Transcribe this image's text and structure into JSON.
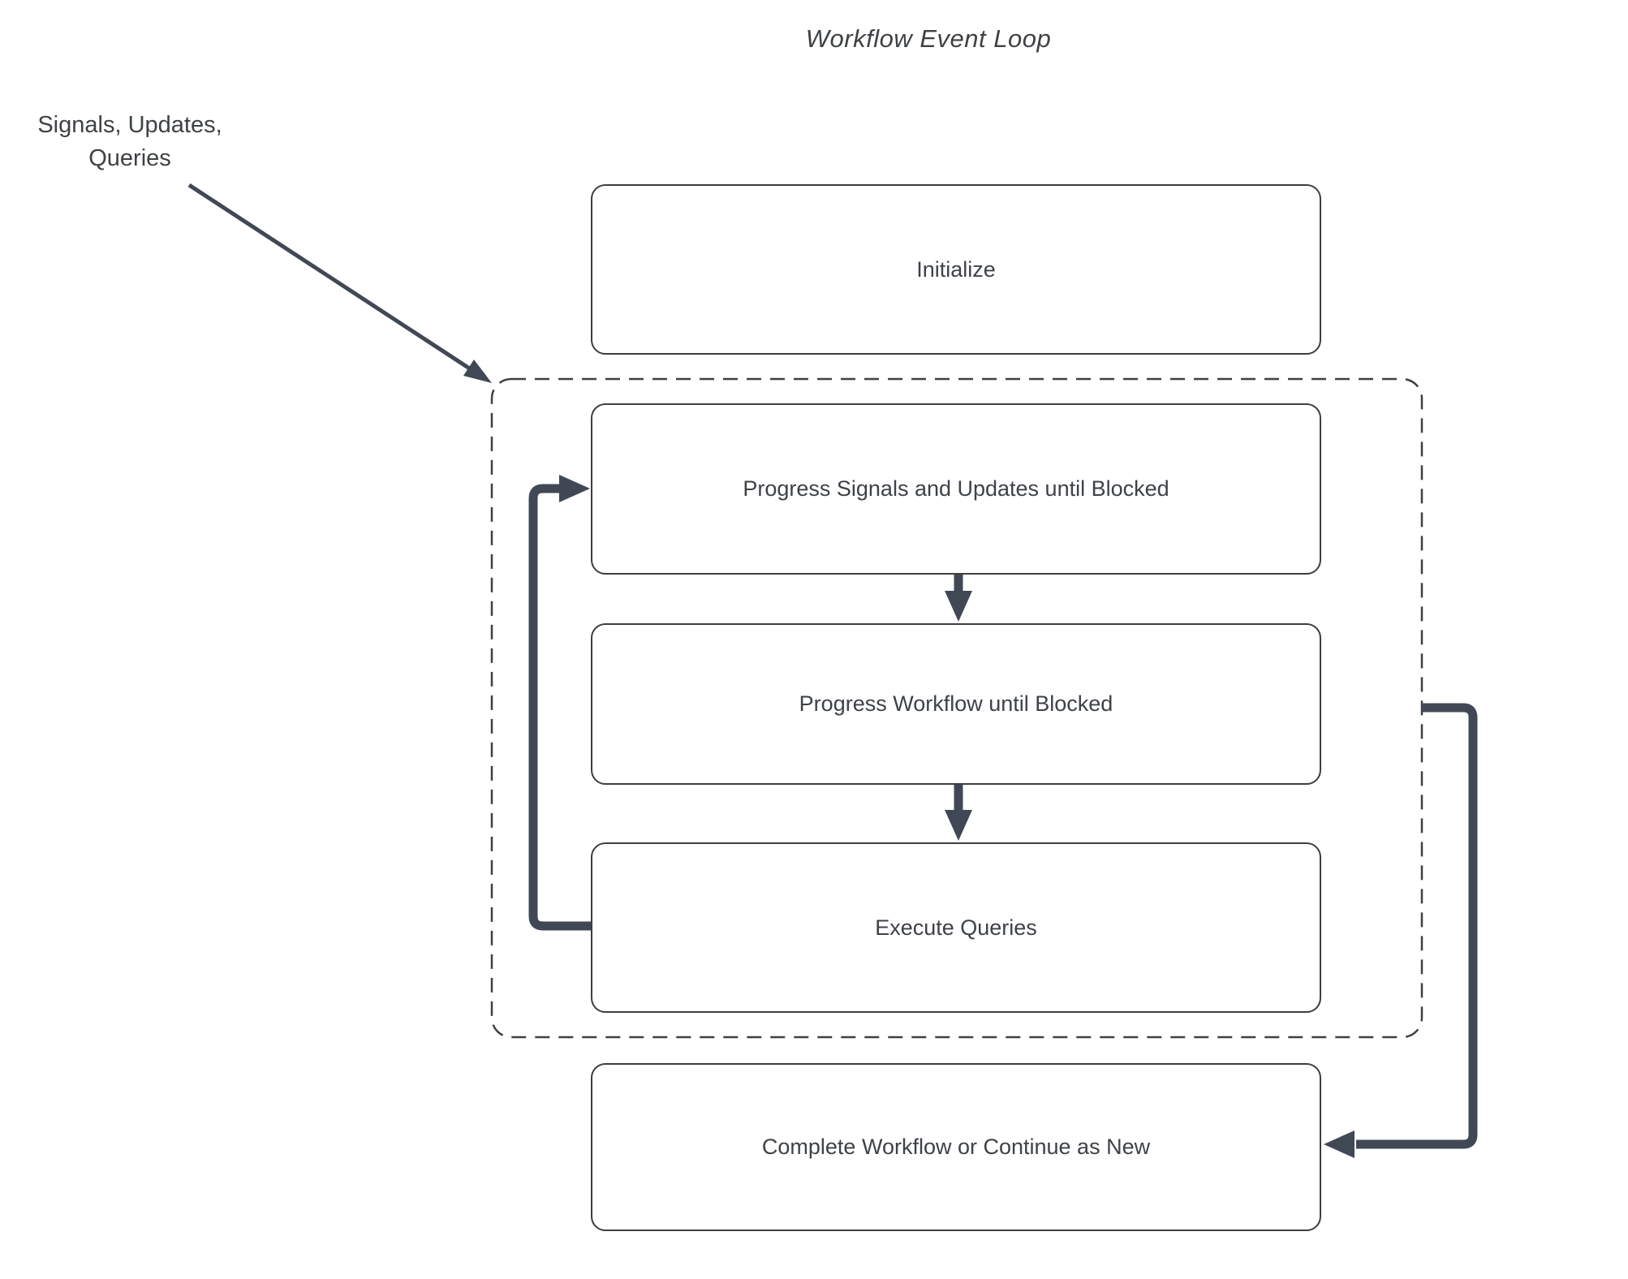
{
  "title": "Workflow Event Loop",
  "annotation": {
    "label": "Signals, Updates,\nQueries"
  },
  "nodes": {
    "initialize": {
      "label": "Initialize"
    },
    "progress_signals": {
      "label": "Progress Signals and Updates until Blocked"
    },
    "progress_workflow": {
      "label": "Progress Workflow until Blocked"
    },
    "execute_queries": {
      "label": "Execute Queries"
    },
    "complete_workflow": {
      "label": "Complete Workflow or Continue as New"
    }
  },
  "container": {
    "name": "event-loop-dashed-group",
    "style": "dashed"
  },
  "edges": [
    {
      "name": "signals-input-arrow",
      "from": "annotation",
      "to": "event-loop-dashed-group"
    },
    {
      "name": "signals-to-workflow-arrow",
      "from": "progress_signals",
      "to": "progress_workflow"
    },
    {
      "name": "workflow-to-queries-arrow",
      "from": "progress_workflow",
      "to": "execute_queries"
    },
    {
      "name": "loop-back-arrow",
      "from": "execute_queries",
      "to": "progress_signals"
    },
    {
      "name": "exit-loop-arrow",
      "from": "event-loop-dashed-group",
      "to": "complete_workflow"
    }
  ],
  "colors": {
    "arrow": "#414855",
    "box_border": "#3e3e3e",
    "dashed_border": "#404040",
    "text": "#3e4247",
    "background": "#ffffff"
  }
}
